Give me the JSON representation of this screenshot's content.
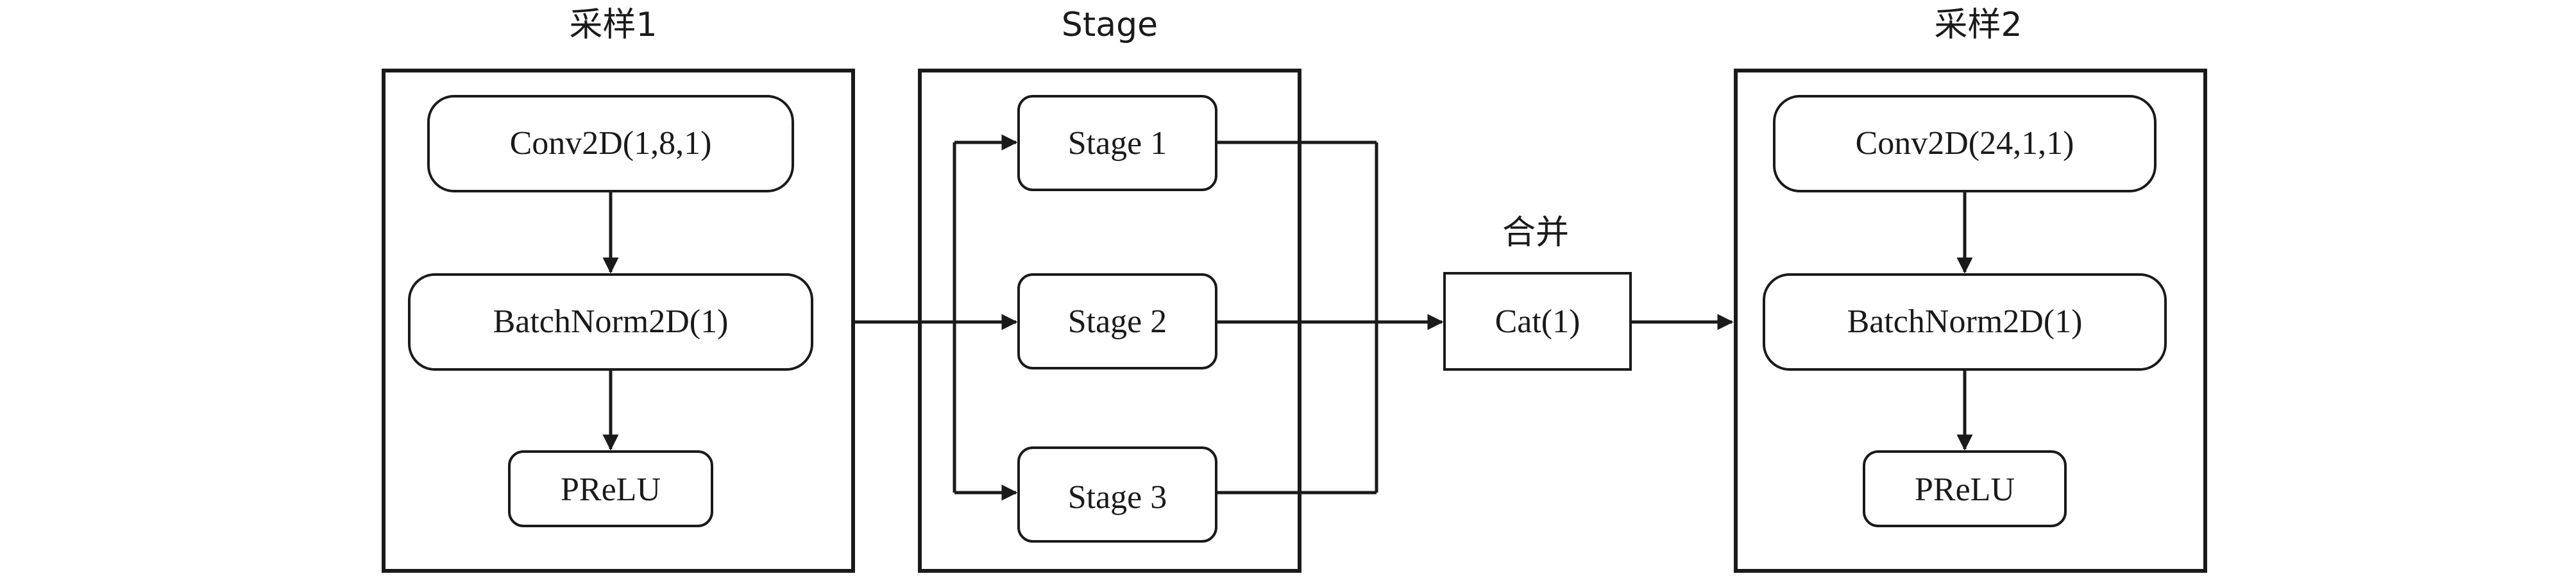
{
  "groups": {
    "sample1": {
      "title": "采样1",
      "conv": "Conv2D(1,8,1)",
      "bn": "BatchNorm2D(1)",
      "act": "PReLU"
    },
    "stage": {
      "title": "Stage",
      "s1": "Stage 1",
      "s2": "Stage 2",
      "s3": "Stage 3"
    },
    "merge": {
      "title": "合并",
      "node": "Cat(1)"
    },
    "sample2": {
      "title": "采样2",
      "conv": "Conv2D(24,1,1)",
      "bn": "BatchNorm2D(1)",
      "act": "PReLU"
    }
  },
  "colors": {
    "stroke": "#1a1a1a",
    "background": "#ffffff"
  }
}
